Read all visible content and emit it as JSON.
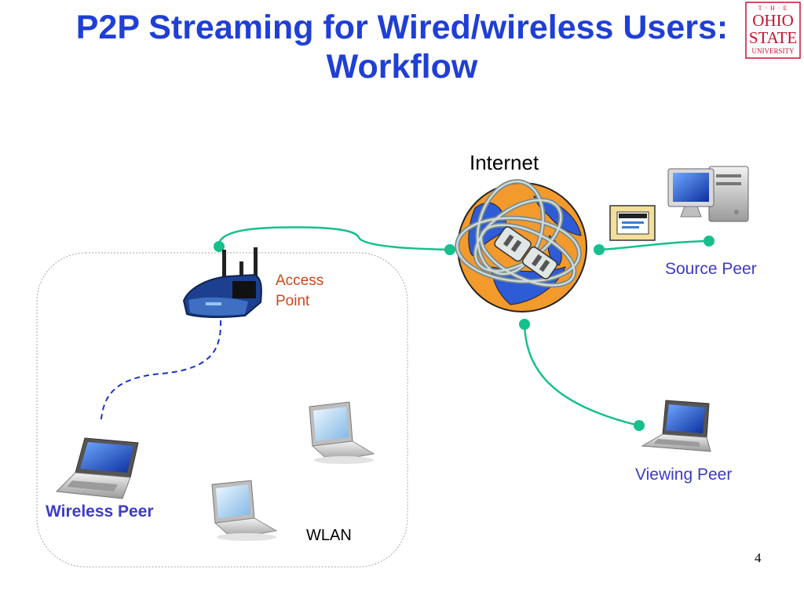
{
  "slide": {
    "title_line1": "P2P Streaming for Wired/wireless Users:",
    "title_line2": "Workflow",
    "page_number": "4"
  },
  "logo": {
    "line1": "T · H · E",
    "line2": "OHIO",
    "line3": "STATE",
    "line4": "UNIVERSITY"
  },
  "diagram": {
    "internet_label": "Internet",
    "source_peer_label": "Source Peer",
    "viewing_peer_label": "Viewing Peer",
    "access_point_label_line1": "Access",
    "access_point_label_line2": "Point",
    "wireless_peer_label": "Wireless Peer",
    "wlan_label": "WLAN"
  },
  "colors": {
    "title": "#1f3fd6",
    "link_wired": "#15c08c",
    "link_wireless": "#1a33c8",
    "label_blue": "#3b3bc6",
    "label_orange": "#d1461a",
    "logo_red": "#c8102e"
  }
}
